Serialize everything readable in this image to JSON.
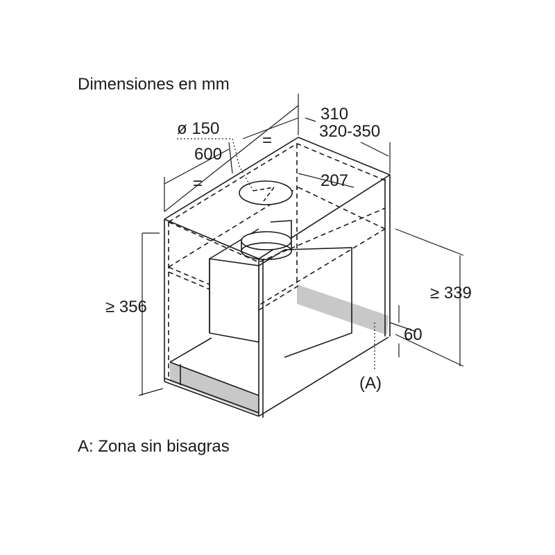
{
  "title": "Dimensiones en mm",
  "dimensions": {
    "depth_top": "310",
    "depth_range": "320-350",
    "duct_diameter": "ø 150",
    "width": "600",
    "equal_left": "=",
    "equal_right": "=",
    "duct_offset": "207",
    "height_left": "≥ 356",
    "height_right": "≥ 339",
    "zone_height": "60",
    "zone_marker": "(A)"
  },
  "legend": "A: Zona sin bisagras",
  "colors": {
    "line": "#1a1a1a",
    "zone_fill": "#c8c8c8"
  }
}
